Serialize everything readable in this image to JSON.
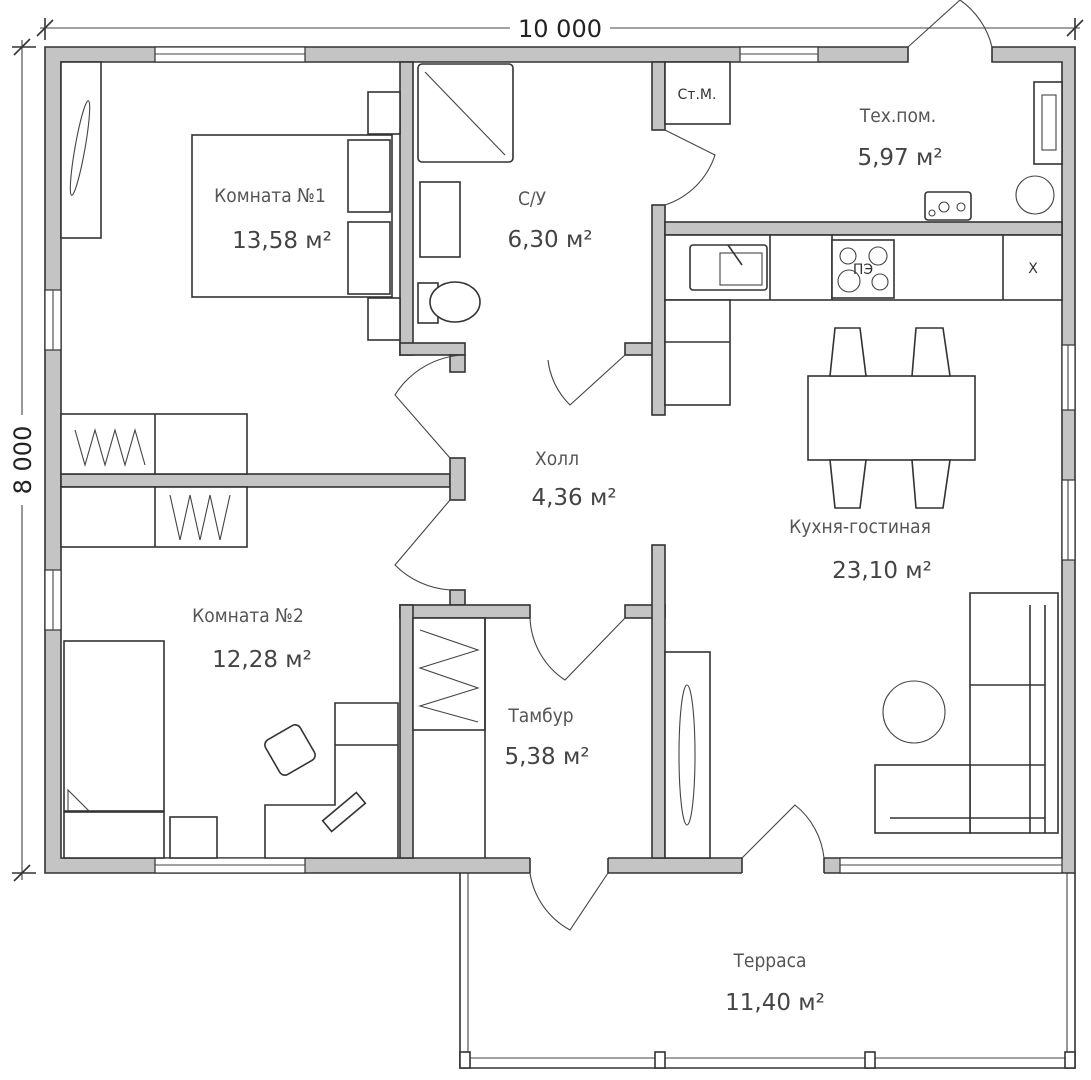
{
  "dimensions": {
    "width": "10 000",
    "height": "8 000"
  },
  "rooms": [
    {
      "name": "Комната №1",
      "area": "13,58 м²"
    },
    {
      "name": "С/У",
      "area": "6,30 м²"
    },
    {
      "name": "Тех.пом.",
      "area": "5,97 м²"
    },
    {
      "name": "Холл",
      "area": "4,36 м²"
    },
    {
      "name": "Кухня-гостиная",
      "area": "23,10 м²"
    },
    {
      "name": "Комната №2",
      "area": "12,28 м²"
    },
    {
      "name": "Тамбур",
      "area": "5,38 м²"
    },
    {
      "name": "Терраса",
      "area": "11,40 м²"
    }
  ],
  "fixtures": {
    "washer": "Ст.М.",
    "stove": "ПЭ",
    "fridge": "Х"
  }
}
